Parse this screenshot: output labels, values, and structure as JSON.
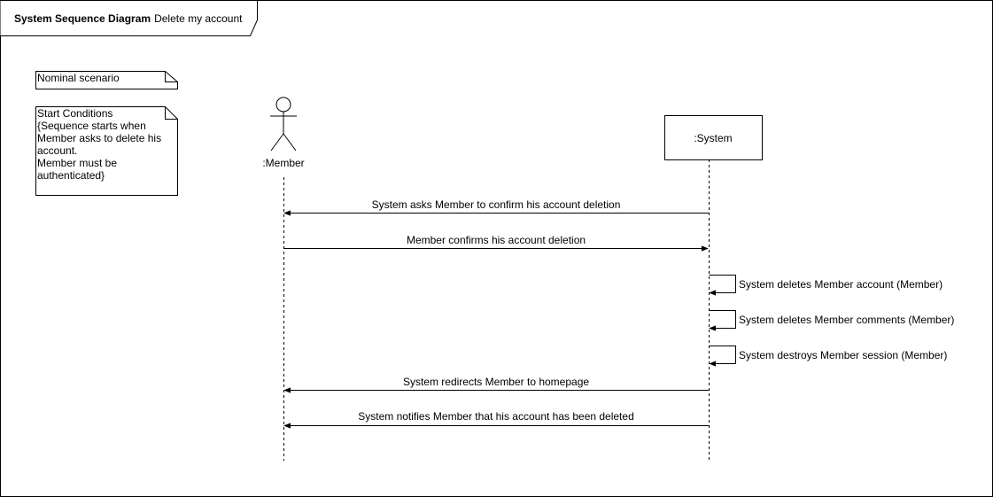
{
  "frame": {
    "title_bold": "System Sequence Diagram",
    "title_rest": "Delete my account"
  },
  "notes": {
    "scenario": "Nominal scenario",
    "conditions": [
      "Start Conditions",
      "{Sequence starts when",
      "Member asks to delete his",
      "account.",
      "Member must be",
      "authenticated}"
    ]
  },
  "participants": {
    "member": ":Member",
    "system": ":System"
  },
  "messages": [
    "System asks Member to confirm his account deletion",
    "Member confirms his account deletion",
    "System deletes Member account (Member)",
    "System deletes Member comments (Member)",
    "System destroys Member session (Member)",
    "System redirects Member to homepage",
    "System notifies Member that his account has been deleted"
  ],
  "colors": {
    "line": "#000000",
    "background": "#ffffff"
  }
}
